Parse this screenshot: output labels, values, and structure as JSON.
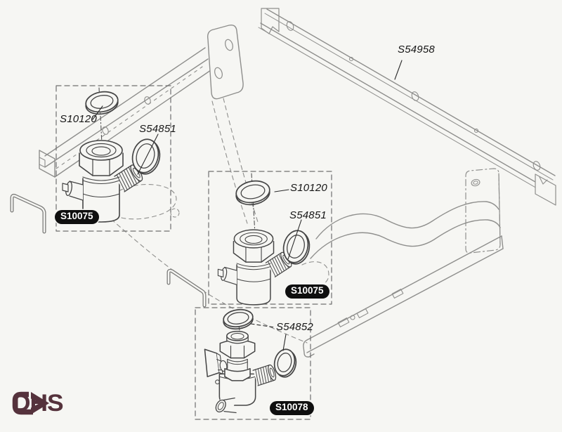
{
  "palette": {
    "background": "#f6f6f3",
    "line_light": "#8e8e8c",
    "line_dark": "#454545",
    "label_color": "#161616",
    "badge_bg": "#0f0f0f",
    "badge_text": "#ffffff",
    "logo_color": "#55323c"
  },
  "callouts": {
    "assembly_top_left": {
      "washer": "S10120",
      "oring": "S54851",
      "valve": "S10075"
    },
    "assembly_middle": {
      "washer": "S10120",
      "oring": "S54851",
      "valve": "S10075"
    },
    "assembly_bottom": {
      "oring": "S54852",
      "valve": "S10078"
    },
    "wall_bar": {
      "part": "S54958"
    }
  },
  "logo": {
    "text": "DHS"
  }
}
